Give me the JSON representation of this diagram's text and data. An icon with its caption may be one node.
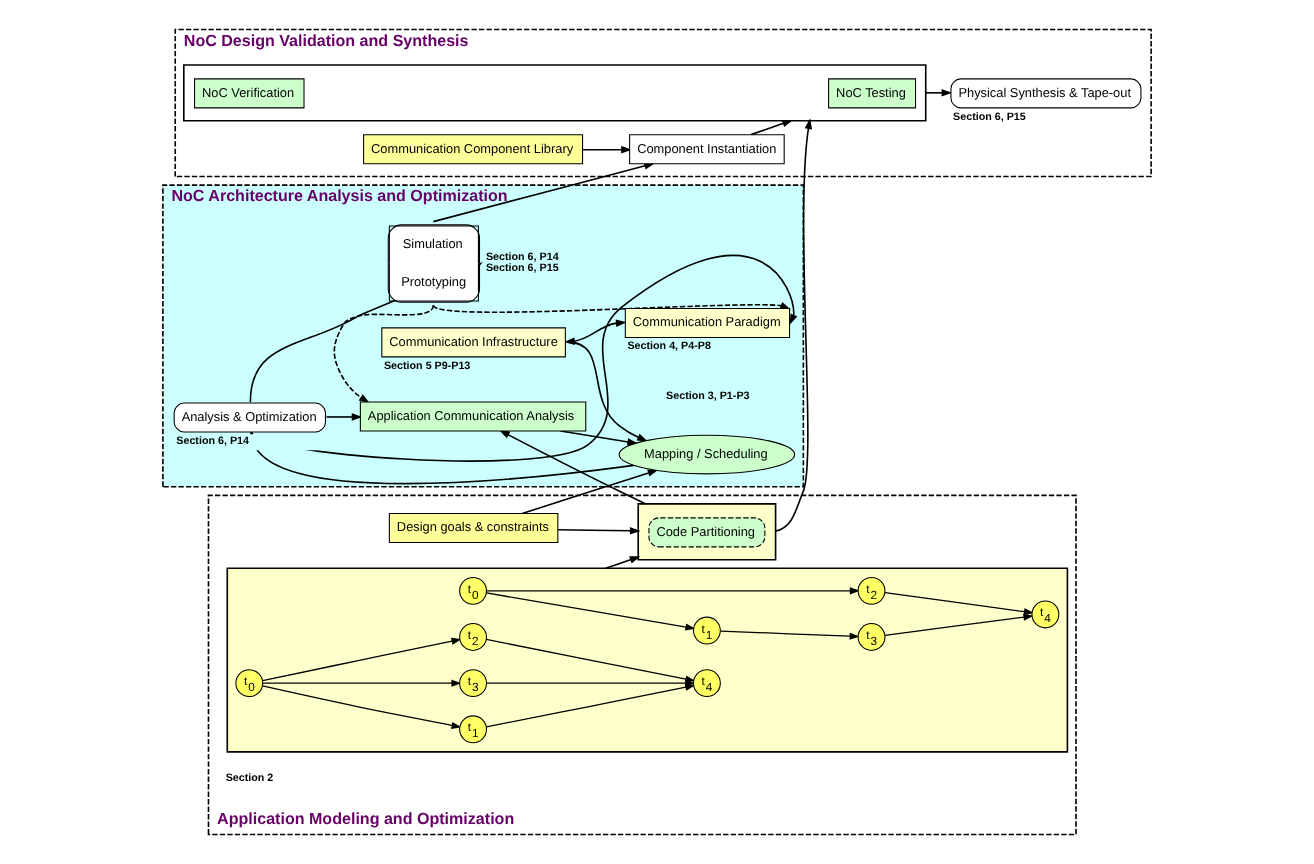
{
  "diagram": {
    "nodes": [
      {
        "text": [
          "Application Modeling and Optimization"
        ]
      },
      {
        "text": [],
        "shape": "box",
        "in": 0
      },
      {
        "text": [
          "t$_{0}$"
        ],
        "in": 1
      },
      {
        "text": [
          "t$_{1}$"
        ],
        "in": 1
      },
      {
        "text": [
          "t$_{2}$"
        ],
        "in": 1
      },
      {
        "text": [
          "t$_{3}$"
        ],
        "in": 1
      },
      {
        "text": [
          "t$_{4}$"
        ],
        "in": 1
      },
      {
        "text": [
          "t$_{0}$"
        ],
        "in": 1
      },
      {
        "text": [
          "t$_{1}$"
        ],
        "in": 1
      },
      {
        "text": [
          "t$_{3}$"
        ],
        "in": 1
      },
      {
        "text": [
          "t$_{2}$"
        ],
        "in": 1
      },
      {
        "text": [
          "t$_{4}$"
        ],
        "in": 1
      },
      {
        "text": [
          "Design goals & constraints"
        ],
        "in": 0
      },
      {
        "text": [],
        "shape": "box",
        "in": 0
      },
      {
        "text": [
          "Code Partitioning"
        ],
        "in": 13
      },
      {
        "text": [
          "NoC Architecture Analysis and Optimization"
        ]
      },
      {
        "text": [
          "Communication Infrastructure"
        ],
        "in": 15,
        "beside": [
          "Section 5 P9-P13"
        ]
      },
      {
        "text": [
          "Communication Paradigm"
        ],
        "in": 15,
        "beside": [
          "Section 4, P4-P8"
        ]
      },
      {
        "text": [
          "Mapping / Scheduling"
        ],
        "in": 15,
        "beside": [
          "Section 3, P1-P3"
        ]
      },
      {
        "text": [
          "Analysis & Optimization"
        ],
        "in": 15,
        "beside": [
          "Section 6, P14"
        ]
      },
      {
        "text": [
          "Application Communication Analysis"
        ],
        "in": 15
      },
      {
        "text": [
          "Simulation",
          "Prototyping"
        ],
        "in": 15,
        "beside": [
          "Section 6, P14",
          "Section 6, P15"
        ]
      },
      {
        "text": [
          "NoC Design Validation and Synthesis"
        ]
      },
      {
        "text": [],
        "shape": "box",
        "in": 22
      },
      {
        "text": [
          "NoC Testing"
        ],
        "in": 23
      },
      {
        "text": [
          "NoC Verification"
        ],
        "in": 23
      },
      {
        "text": [
          "Physical Synthesis & Tape-out"
        ],
        "in": 22,
        "beside": [
          "Section 6, P15"
        ]
      },
      {
        "text": [
          "Component Instantiation"
        ],
        "in": 22
      },
      {
        "text": [
          "Communication Component Library"
        ],
        "in": 22
      }
    ],
    "edges": [
      {
        "from": 2,
        "to": 3,
        "arrow": "to"
      },
      {
        "from": 2,
        "to": 4,
        "arrow": "to"
      },
      {
        "from": 3,
        "to": 5,
        "arrow": "to"
      },
      {
        "from": 4,
        "to": 6,
        "arrow": "to"
      },
      {
        "from": 5,
        "to": 6,
        "arrow": "to"
      },
      {
        "from": 7,
        "to": 8,
        "arrow": "to"
      },
      {
        "from": 7,
        "to": 9,
        "arrow": "to"
      },
      {
        "from": 7,
        "to": 10,
        "arrow": "to"
      },
      {
        "from": 8,
        "to": 11,
        "arrow": "to"
      },
      {
        "from": 9,
        "to": 11,
        "arrow": "to"
      },
      {
        "from": 10,
        "to": 11,
        "arrow": "to"
      },
      {
        "from": 1,
        "to": 13,
        "arrow": "to"
      },
      {
        "from": 12,
        "to": 13,
        "arrow": "to"
      },
      {
        "from": 12,
        "to": 18,
        "arrow": "to"
      },
      {
        "from": 13,
        "to": 20,
        "arrow": "to"
      },
      {
        "from": 13,
        "to": 23,
        "arrow": "to"
      },
      {
        "from": 16,
        "to": 17,
        "arrow": "both"
      },
      {
        "from": 16,
        "to": 18,
        "arrow": "to"
      },
      {
        "from": 20,
        "to": 18,
        "arrow": "to"
      },
      {
        "from": 18,
        "to": 19,
        "arrow": "to"
      },
      {
        "from": 19,
        "to": 17,
        "arrow": "to"
      },
      {
        "from": 19,
        "to": 20,
        "arrow": "to"
      },
      {
        "from": 19,
        "to": 21,
        "arrow": "to"
      },
      {
        "from": 21,
        "to": 17,
        "arrow": "to",
        "style": "dashed"
      },
      {
        "from": 21,
        "to": 20,
        "arrow": "to",
        "style": "dashed"
      },
      {
        "from": 21,
        "to": 27,
        "arrow": "to"
      },
      {
        "from": 27,
        "to": 23,
        "arrow": "to"
      },
      {
        "from": 28,
        "to": 27,
        "arrow": "to"
      },
      {
        "from": 23,
        "to": 26,
        "arrow": "to"
      }
    ],
    "labels": [
      "Section 2"
    ]
  }
}
